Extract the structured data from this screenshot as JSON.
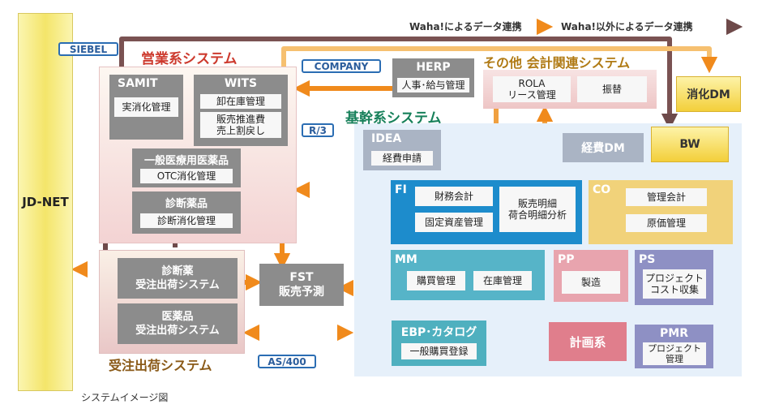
{
  "legend": {
    "waha": "Waha!によるデータ連携",
    "other": "Waha!以外によるデータ連携",
    "colors": {
      "waha": "#f29a3a",
      "other": "#7a4a4a"
    }
  },
  "jdnet": "JD-NET",
  "tags": {
    "siebel": "SIEBEL",
    "company": "COMPANY",
    "r3": "R/3",
    "as400": "AS/400"
  },
  "eigyo": {
    "title": "営業系システム",
    "samit": {
      "title": "SAMIT",
      "item": "実消化管理"
    },
    "wits": {
      "title": "WITS",
      "items": [
        "卸在庫管理",
        "販売推進費\n売上割戻し"
      ]
    },
    "ippan": {
      "title": "一般医療用医薬品",
      "item": "OTC消化管理"
    },
    "shindan": {
      "title": "診断薬品",
      "item": "診断消化管理"
    }
  },
  "juchu": {
    "title": "受注出荷システム",
    "shindan": "診断薬\n受注出荷システム",
    "iyaku": "医薬品\n受注出荷システム"
  },
  "fst": "FST\n販売予測",
  "herp": {
    "title": "HERP",
    "item": "人事･給与管理"
  },
  "sonota": {
    "title": "その他 会計関連システム",
    "rola": "ROLA\nリース管理",
    "furikae": "振替"
  },
  "shoka_dm": "消化DM",
  "kikan": {
    "title": "基幹系システム"
  },
  "idea": {
    "title": "IDEA",
    "item": "経費申請"
  },
  "keihi_dm": "経費DM",
  "bw": "BW",
  "fi": {
    "title": "FI",
    "items": [
      "財務会計",
      "固定資産管理"
    ],
    "side": "販売明細\n荷合明細分析"
  },
  "co": {
    "title": "CO",
    "items": [
      "管理会計",
      "原価管理"
    ]
  },
  "mm": {
    "title": "MM",
    "items": [
      "購買管理",
      "在庫管理"
    ]
  },
  "pp": {
    "title": "PP",
    "item": "製造"
  },
  "ps": {
    "title": "PS",
    "item": "プロジェクト\nコスト収集"
  },
  "ebp": {
    "title": "EBP･カタログ",
    "item": "一般購買登録"
  },
  "keikaku": "計画系",
  "pmr": {
    "title": "PMR",
    "item": "プロジェクト\n管理"
  },
  "caption": "システムイメージ図"
}
